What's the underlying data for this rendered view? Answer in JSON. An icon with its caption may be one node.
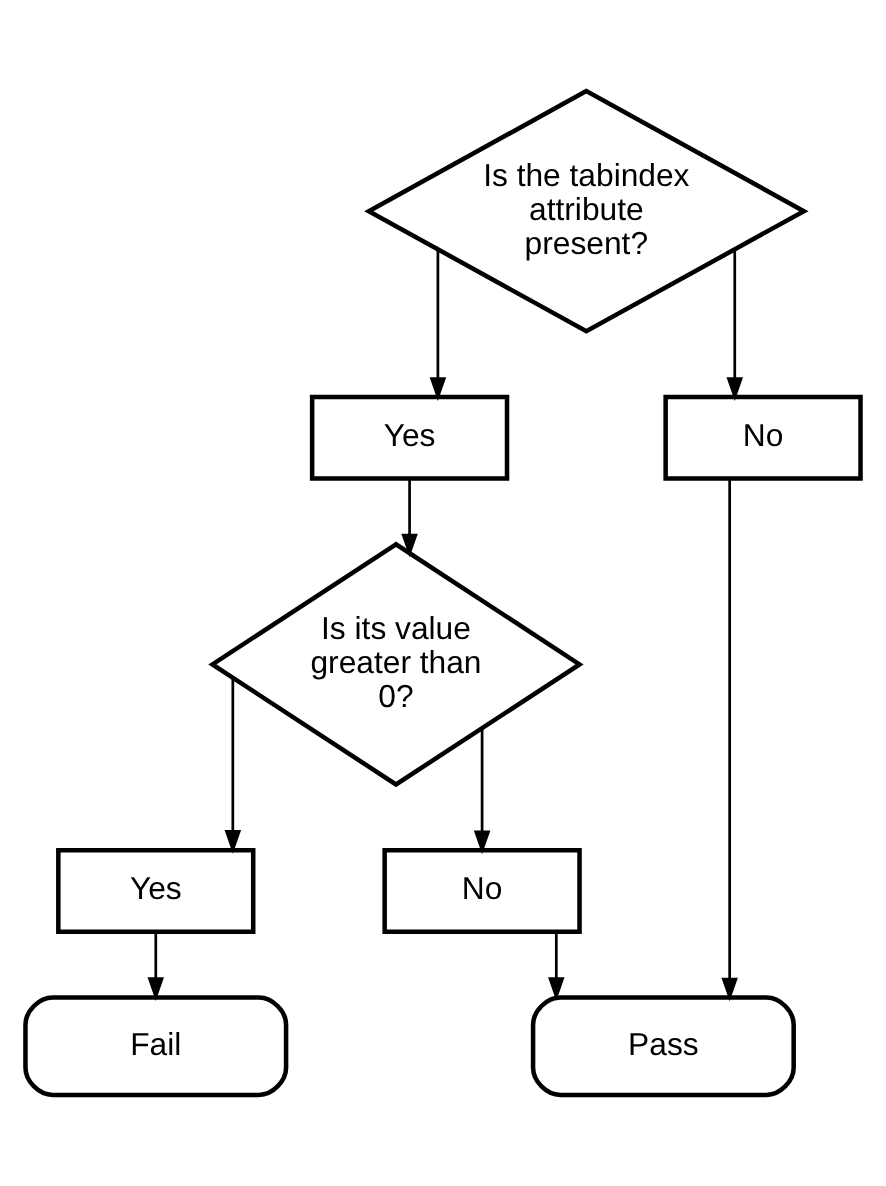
{
  "diagram": {
    "nodes": [
      {
        "text": [
          "Is the tabindex attribute present?"
        ]
      },
      {
        "text": [
          "Yes"
        ]
      },
      {
        "text": [
          "No"
        ]
      },
      {
        "text": [
          "Is its value greater than 0?"
        ]
      },
      {
        "text": [
          "Yes"
        ]
      },
      {
        "text": [
          "No"
        ]
      },
      {
        "text": [
          "Fail"
        ]
      },
      {
        "text": [
          "Pass"
        ]
      }
    ],
    "edges": [
      {
        "from": 0,
        "to": 1,
        "arrow": "to"
      },
      {
        "from": 0,
        "to": 2,
        "arrow": "to"
      },
      {
        "from": 1,
        "to": 3,
        "arrow": "to"
      },
      {
        "from": 3,
        "to": 4,
        "arrow": "to"
      },
      {
        "from": 3,
        "to": 5,
        "arrow": "to"
      },
      {
        "from": 4,
        "to": 6,
        "arrow": "to"
      },
      {
        "from": 5,
        "to": 7,
        "arrow": "to"
      },
      {
        "from": 2,
        "to": 7,
        "arrow": "to"
      }
    ]
  }
}
